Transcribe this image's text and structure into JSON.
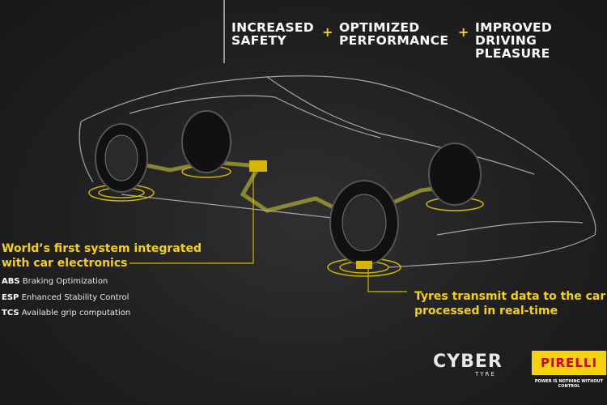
{
  "header": {
    "items": [
      {
        "line1": "INCREASED",
        "line2": "SAFETY"
      },
      {
        "line1": "OPTIMIZED",
        "line2": "PERFORMANCE"
      },
      {
        "line1": "IMPROVED",
        "line2": "DRIVING PLEASURE"
      }
    ],
    "separator": "+"
  },
  "left_callout": {
    "title_line1": "World’s first system integrated",
    "title_line2": "with car electronics",
    "features": [
      {
        "abbr": "ABS",
        "text": "Braking Optimization"
      },
      {
        "abbr": "ESP",
        "text": "Enhanced Stability Control"
      },
      {
        "abbr": "TCS",
        "text": "Available grip computation"
      }
    ]
  },
  "right_callout": {
    "line1": "Tyres transmit data to the car",
    "line2": "processed in real-time"
  },
  "logos": {
    "cyber": "CYBER",
    "cyber_sub": "TYRE",
    "pirelli": "PIRELLI",
    "pirelli_tagline": "POWER IS NOTHING WITHOUT CONTROL"
  },
  "colors": {
    "accent": "#f5d110",
    "background": "#1c1c1c",
    "pirelli_red": "#d5001c"
  }
}
